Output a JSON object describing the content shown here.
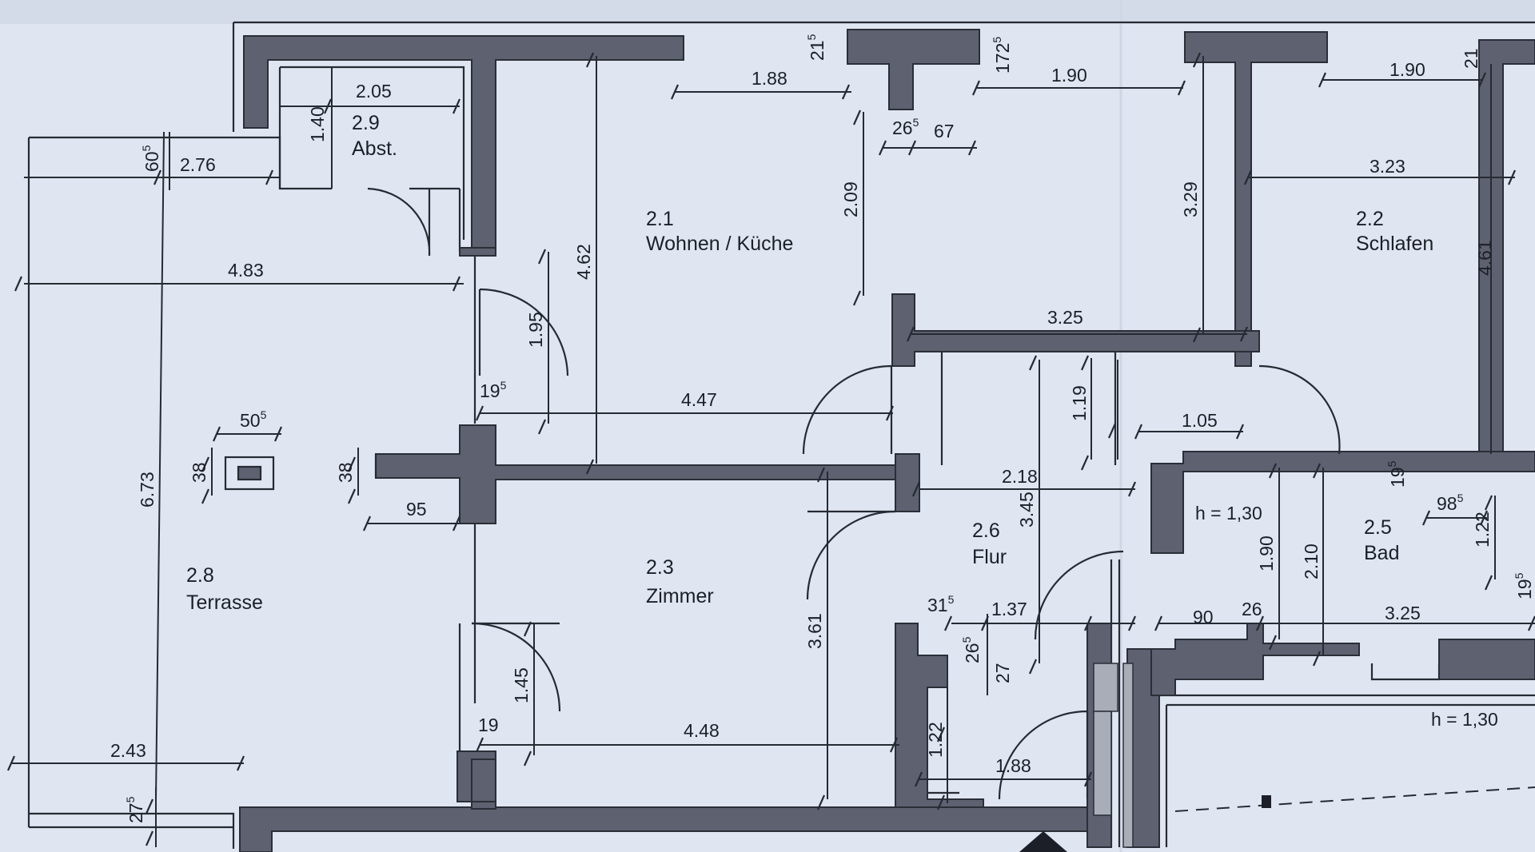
{
  "rooms": [
    {
      "id": "wohnen",
      "number": "2.1",
      "name": "Wohnen / Küche"
    },
    {
      "id": "schlafen",
      "number": "2.2",
      "name": "Schlafen"
    },
    {
      "id": "zimmer",
      "number": "2.3",
      "name": "Zimmer"
    },
    {
      "id": "bad",
      "number": "2.5",
      "name": "Bad"
    },
    {
      "id": "flur",
      "number": "2.6",
      "name": "Flur"
    },
    {
      "id": "terrasse",
      "number": "2.8",
      "name": "Terrasse"
    },
    {
      "id": "abst",
      "number": "2.9",
      "name": "Abst."
    }
  ],
  "dimensions": {
    "d_205": "2.05",
    "d_140": "1.40",
    "d_605": "60",
    "d_605s": "5",
    "d_276": "2.76",
    "d_483": "4.83",
    "d_188a": "1.88",
    "d_21a": "21",
    "d_21a_s": "5",
    "d_172": "172",
    "d_172_s": "5",
    "d_190a": "1.90",
    "d_190b": "1.90",
    "d_21b": "21",
    "d_265a": "26",
    "d_265a_s": "5",
    "d_67": "67",
    "d_209": "2.09",
    "d_323": "3.23",
    "d_329": "3.29",
    "d_462": "4.62",
    "d_461": "4.61",
    "d_325a": "3.25",
    "d_195": "1.95",
    "d_195b": "19",
    "d_195b_s": "5",
    "d_447": "4.47",
    "d_119": "1.19",
    "d_105": "1.05",
    "d_505": "50",
    "d_505_s": "5",
    "d_38a": "38",
    "d_38b": "38",
    "d_95": "95",
    "d_673": "6.73",
    "d_218": "2.18",
    "d_345": "3.45",
    "d_195c": "19",
    "d_195c_s": "5",
    "d_h130a": "h = 1,30",
    "d_985": "98",
    "d_985_s": "5",
    "d_122a": "1.22",
    "d_190c": "1.90",
    "d_210": "2.10",
    "d_315": "31",
    "d_315_s": "5",
    "d_137": "1.37",
    "d_90": "90",
    "d_26": "26",
    "d_325b": "3.25",
    "d_195d": "19",
    "d_195d_s": "5",
    "d_265b": "26",
    "d_265b_s": "5",
    "d_27": "27",
    "d_361": "3.61",
    "d_145": "1.45",
    "d_19": "19",
    "d_448": "4.48",
    "d_243": "2.43",
    "d_275": "27",
    "d_275_s": "5",
    "d_122b": "1.22",
    "d_188b": "1.88",
    "d_h130b": "h = 1,30"
  },
  "colors": {
    "paper": "#dfe6f1",
    "wall": "#5d6170",
    "wall_light": "#a9adb8",
    "line": "#262a33",
    "text": "#1c1f28"
  }
}
